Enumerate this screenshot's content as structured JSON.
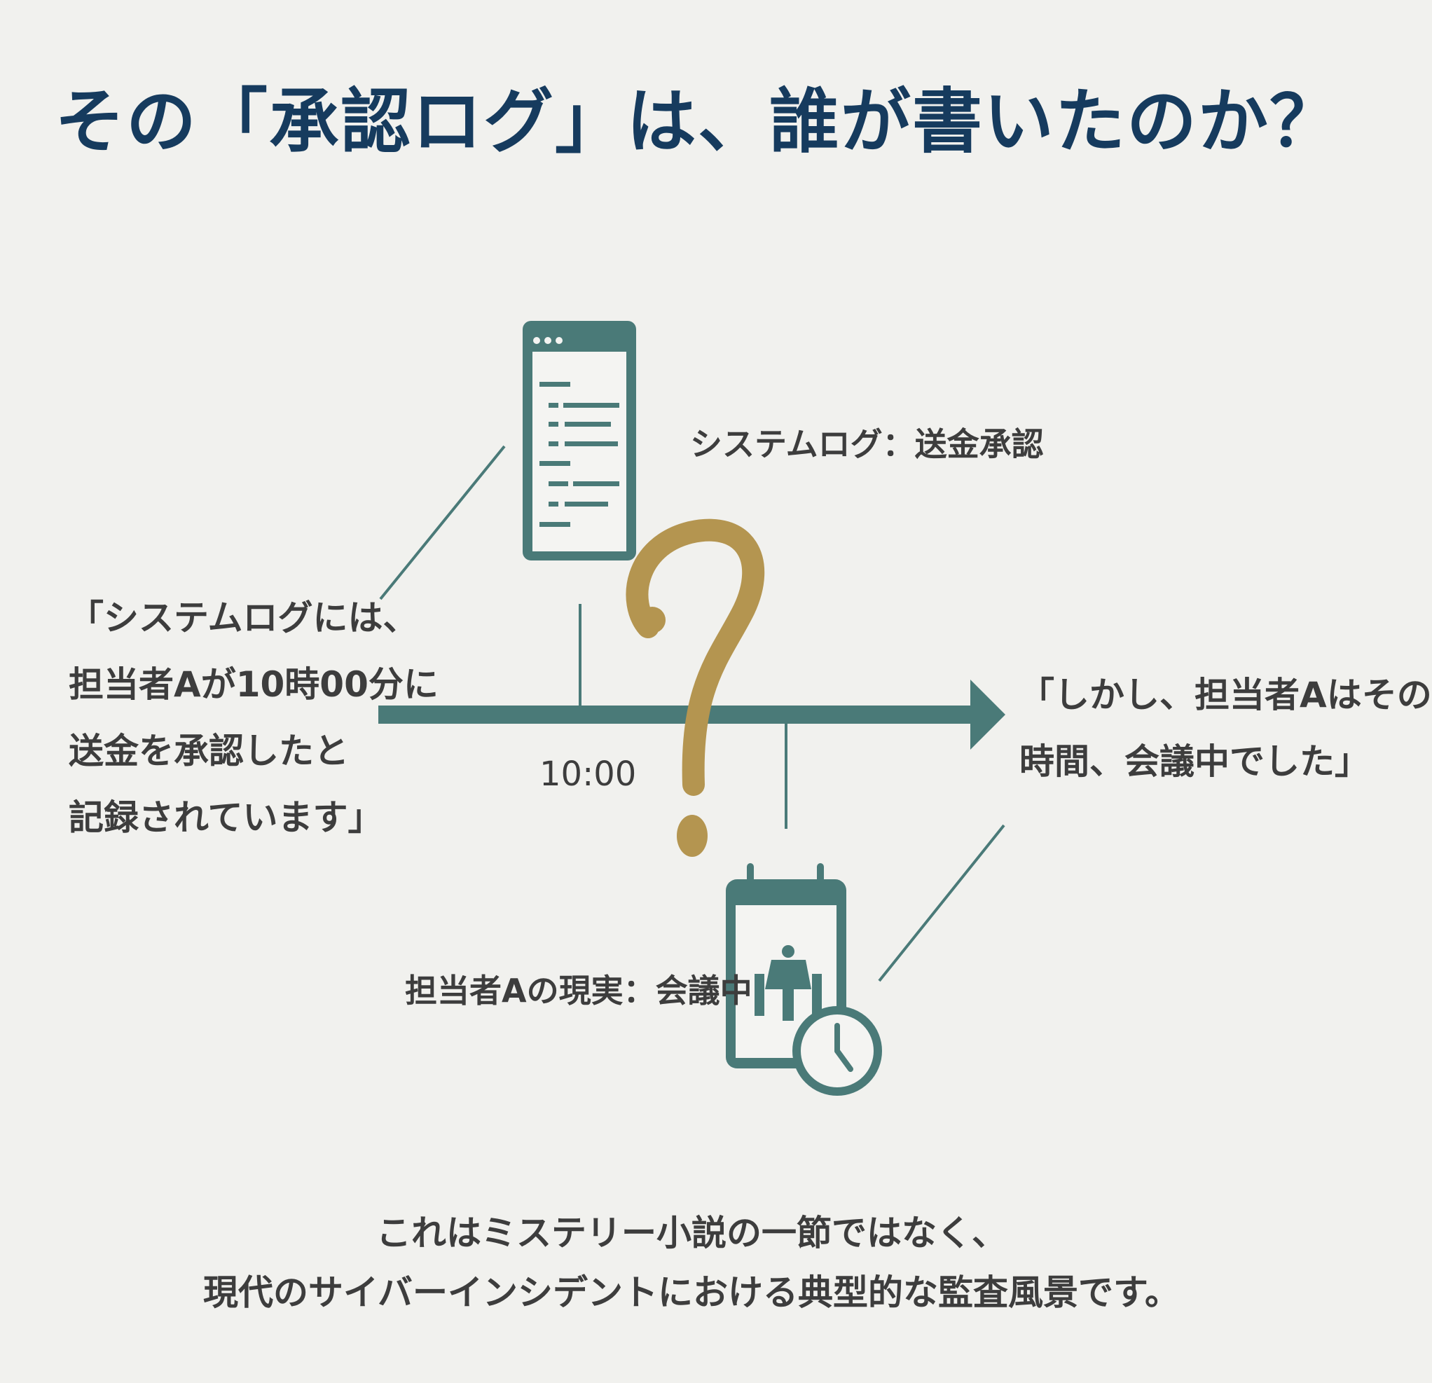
{
  "title": "その「承認ログ」は、誰が書いたのか？",
  "system_log_label": "システムログ：送金承認",
  "reality_label": "担当者Aの現実：会議中",
  "time_label": "10:00",
  "quote_left": "「システムログには、\n担当者Aが10時00分に\n送金を承認したと\n記録されています」",
  "quote_right": "「しかし、担当者Aはその\n時間、会議中でした」",
  "caption": "これはミステリー小説の一節ではなく、\n現代のサイバーインシデントにおける典型的な監査風景です。",
  "colors": {
    "title": "#163b5e",
    "teal": "#4a7a78",
    "gold": "#b49550",
    "background": "#f1f1ee"
  },
  "icons": [
    "log-document-icon",
    "calendar-meeting-icon",
    "clock-icon",
    "question-mark-icon",
    "timeline-arrow"
  ]
}
